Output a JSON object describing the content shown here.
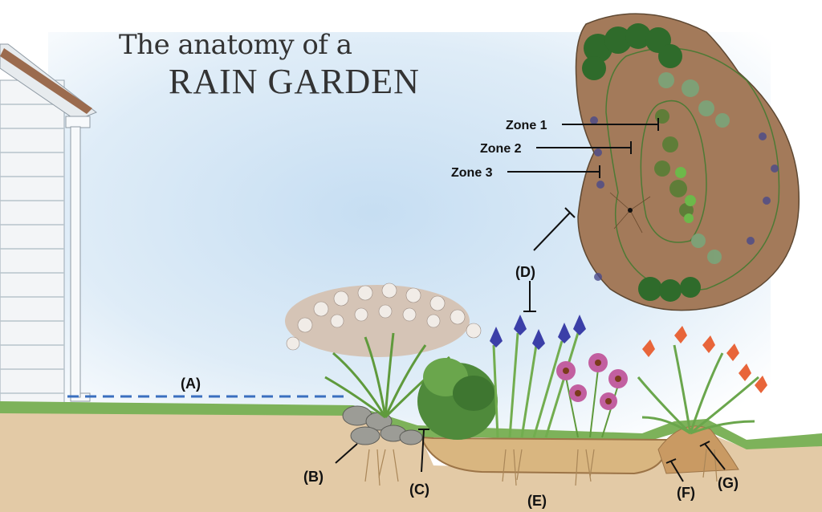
{
  "title": {
    "line1": "The anatomy of a",
    "line2": "RAIN GARDEN"
  },
  "zones": {
    "zone1": "Zone 1",
    "zone2": "Zone 2",
    "zone3": "Zone 3"
  },
  "callouts": {
    "a": "(A)",
    "b": "(B)",
    "c": "(C)",
    "d": "(D)",
    "e": "(E)",
    "f": "(F)",
    "g": "(G)"
  },
  "colors": {
    "sky": "#cfe3f3",
    "soil": "#c9a27a",
    "basin": "#d8b88a",
    "garden_plan": "#a47a5a",
    "house": "#f4f6f8",
    "grass": "#6aa44a",
    "water_line": "#3a6fbf"
  }
}
